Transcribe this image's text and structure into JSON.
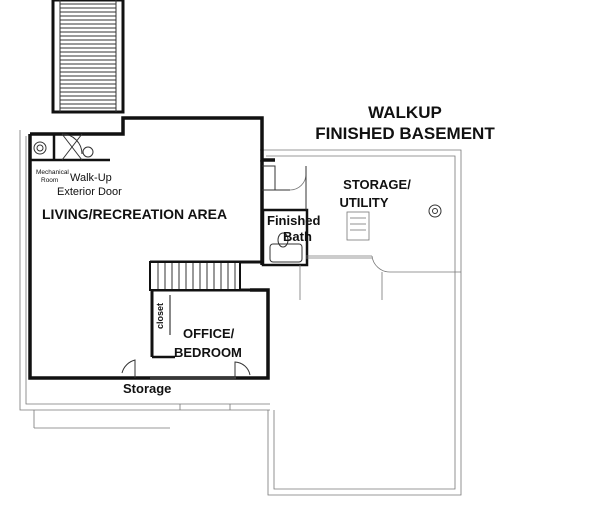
{
  "title": {
    "line1": "WALKUP",
    "line2": "FINISHED BASEMENT"
  },
  "rooms": {
    "mechanical_line1": "Mechanical",
    "mechanical_line2": "Room",
    "walkup_line1": "Walk-Up",
    "walkup_line2": "Exterior Door",
    "living": "LIVING/RECREATION AREA",
    "storage_utility_line1": "STORAGE/",
    "storage_utility_line2": "UTILITY",
    "bath_line1": "Finished",
    "bath_line2": "Bath",
    "closet": "closet",
    "office_line1": "OFFICE/",
    "office_line2": "BEDROOM",
    "storage": "Storage"
  }
}
